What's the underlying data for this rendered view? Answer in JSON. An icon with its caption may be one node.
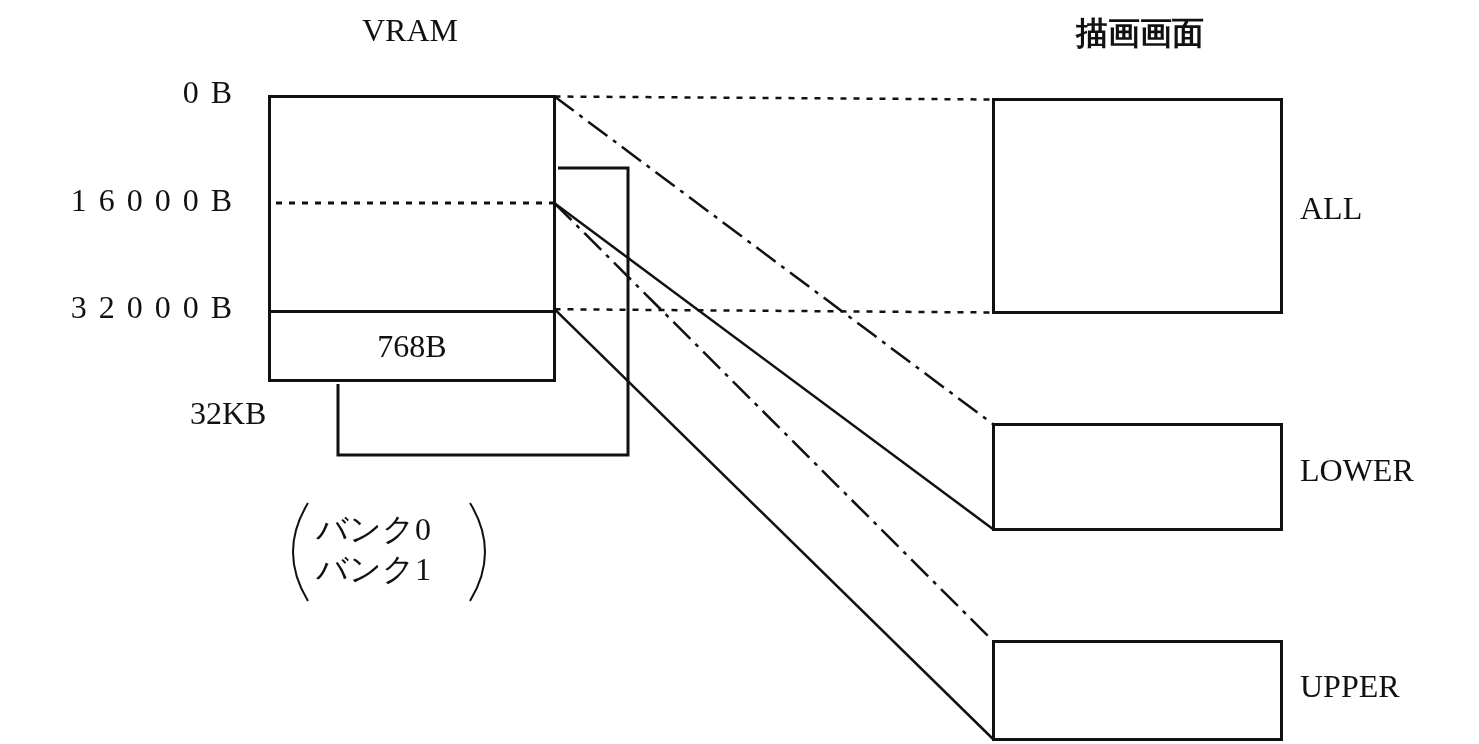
{
  "diagram": {
    "nodes": [
      {
        "text": [],
        "shape": "box"
      },
      {
        "text": [
          "768B"
        ],
        "in": 0
      },
      {
        "text": [],
        "shape": "box",
        "beside": [
          "ALL"
        ]
      },
      {
        "text": [],
        "shape": "box",
        "beside": [
          "LOWER"
        ]
      },
      {
        "text": [],
        "shape": "box",
        "beside": [
          "UPPER"
        ]
      }
    ],
    "edges": [
      {
        "from": 0,
        "to": 2,
        "arrow": "none",
        "style": "dashed"
      },
      {
        "from": 0,
        "to": 2,
        "arrow": "none",
        "style": "dashed"
      },
      {
        "from": 0,
        "to": 3,
        "arrow": "none",
        "style": "dashed"
      },
      {
        "from": 0,
        "to": 3,
        "arrow": "none"
      },
      {
        "from": 0,
        "to": 4,
        "arrow": "none",
        "style": "dashed"
      },
      {
        "from": 0,
        "to": 4,
        "arrow": "none"
      }
    ],
    "labels": [
      "VRAM",
      "描画画面",
      "0B",
      "16000B",
      "32000B",
      "32KB",
      "バンク0",
      "バンク1"
    ]
  }
}
